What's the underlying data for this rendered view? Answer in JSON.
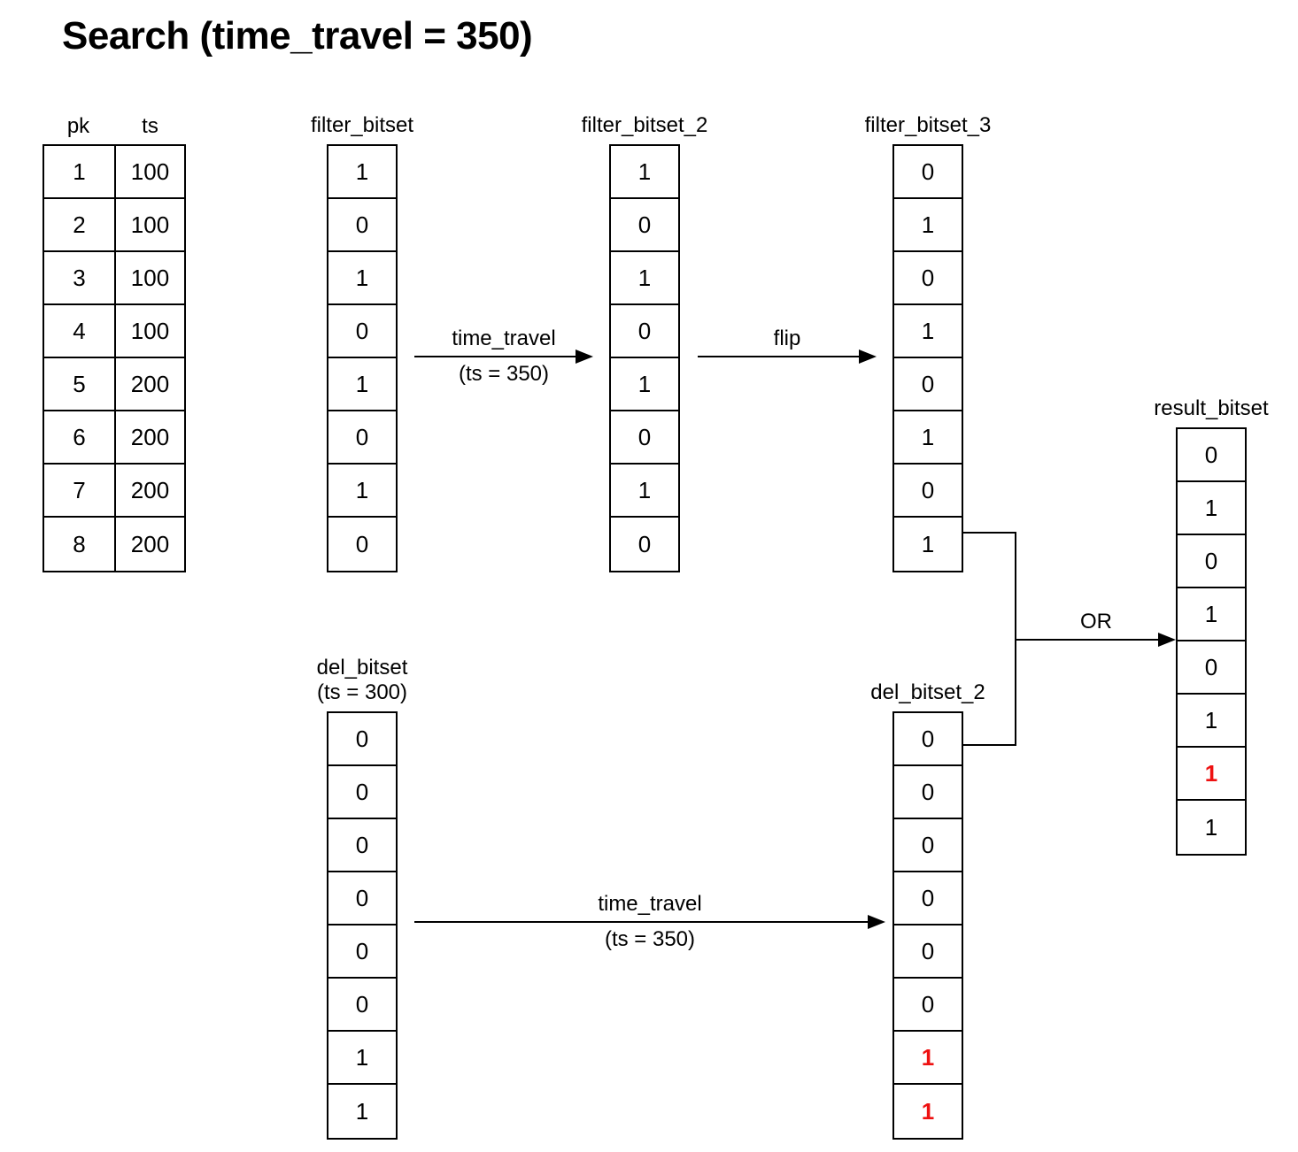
{
  "title": "Search (time_travel = 350)",
  "colors": {
    "text": "#000000",
    "line": "#000000",
    "highlight": "#ee1111",
    "background": "#ffffff"
  },
  "table": {
    "headers": [
      "pk",
      "ts"
    ],
    "rows": [
      {
        "pk": "1",
        "ts": "100"
      },
      {
        "pk": "2",
        "ts": "100"
      },
      {
        "pk": "3",
        "ts": "100"
      },
      {
        "pk": "4",
        "ts": "100"
      },
      {
        "pk": "5",
        "ts": "200"
      },
      {
        "pk": "6",
        "ts": "200"
      },
      {
        "pk": "7",
        "ts": "200"
      },
      {
        "pk": "8",
        "ts": "200"
      }
    ]
  },
  "bitsets": {
    "filter_bitset": {
      "label": "filter_bitset",
      "cells": [
        {
          "v": "1"
        },
        {
          "v": "0"
        },
        {
          "v": "1"
        },
        {
          "v": "0"
        },
        {
          "v": "1"
        },
        {
          "v": "0"
        },
        {
          "v": "1"
        },
        {
          "v": "0"
        }
      ]
    },
    "filter_bitset_2": {
      "label": "filter_bitset_2",
      "cells": [
        {
          "v": "1"
        },
        {
          "v": "0"
        },
        {
          "v": "1"
        },
        {
          "v": "0"
        },
        {
          "v": "1"
        },
        {
          "v": "0"
        },
        {
          "v": "1"
        },
        {
          "v": "0"
        }
      ]
    },
    "filter_bitset_3": {
      "label": "filter_bitset_3",
      "cells": [
        {
          "v": "0"
        },
        {
          "v": "1"
        },
        {
          "v": "0"
        },
        {
          "v": "1"
        },
        {
          "v": "0"
        },
        {
          "v": "1"
        },
        {
          "v": "0"
        },
        {
          "v": "1"
        }
      ]
    },
    "del_bitset": {
      "label": "del_bitset",
      "sublabel": "(ts = 300)",
      "cells": [
        {
          "v": "0"
        },
        {
          "v": "0"
        },
        {
          "v": "0"
        },
        {
          "v": "0"
        },
        {
          "v": "0"
        },
        {
          "v": "0"
        },
        {
          "v": "1"
        },
        {
          "v": "1"
        }
      ]
    },
    "del_bitset_2": {
      "label": "del_bitset_2",
      "cells": [
        {
          "v": "0"
        },
        {
          "v": "0"
        },
        {
          "v": "0"
        },
        {
          "v": "0"
        },
        {
          "v": "0"
        },
        {
          "v": "0"
        },
        {
          "v": "1",
          "highlight": true
        },
        {
          "v": "1",
          "highlight": true
        }
      ]
    },
    "result_bitset": {
      "label": "result_bitset",
      "cells": [
        {
          "v": "0"
        },
        {
          "v": "1"
        },
        {
          "v": "0"
        },
        {
          "v": "1"
        },
        {
          "v": "0"
        },
        {
          "v": "1"
        },
        {
          "v": "1",
          "highlight": true
        },
        {
          "v": "1"
        }
      ]
    }
  },
  "arrows": {
    "time_travel_top": {
      "label": "time_travel",
      "sublabel": "(ts = 350)"
    },
    "flip": {
      "label": "flip"
    },
    "time_travel_bottom": {
      "label": "time_travel",
      "sublabel": "(ts = 350)"
    },
    "or": {
      "label": "OR"
    }
  }
}
